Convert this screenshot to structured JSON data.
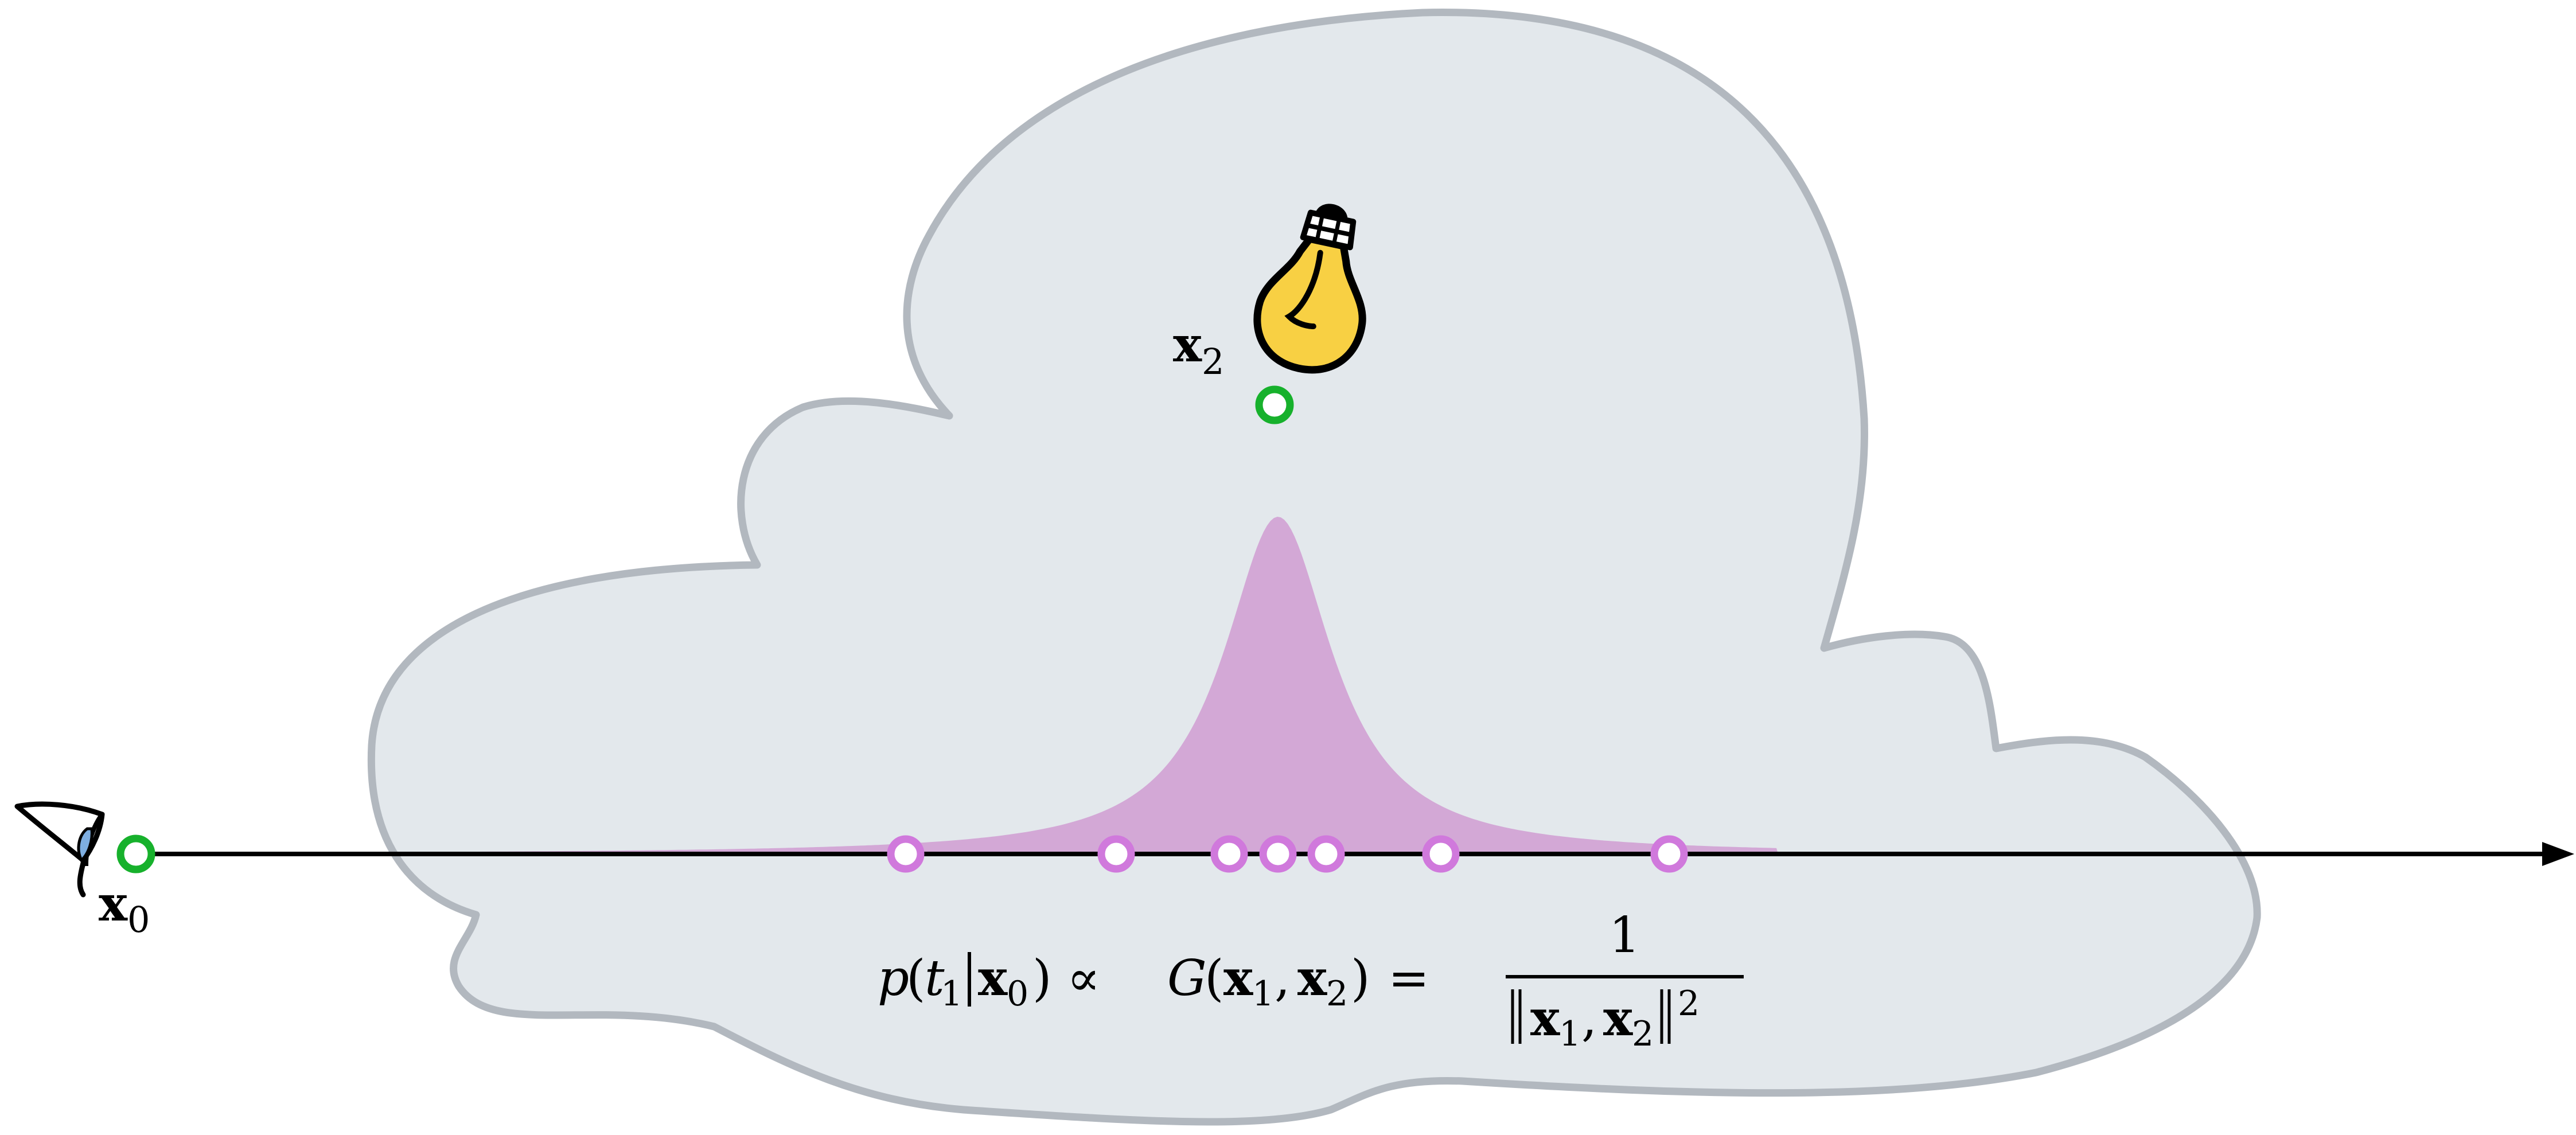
{
  "labels": {
    "x0": "x",
    "x0_sub": "0",
    "x2": "x",
    "x2_sub": "2"
  },
  "equation": {
    "lhs_p": "p",
    "lhs_t": "t",
    "lhs_t_sub": "1",
    "lhs_x": "x",
    "lhs_x_sub": "0",
    "propto": "∝",
    "G": "G",
    "g_x1": "x",
    "g_x1_sub": "1",
    "g_x2": "x",
    "g_x2_sub": "2",
    "equals": "=",
    "numerator": "1",
    "den_x1": "x",
    "den_x1_sub": "1",
    "den_x2": "x",
    "den_x2_sub": "2",
    "den_exp": "2"
  },
  "colors": {
    "cloud_fill": "#e3e8ec",
    "cloud_stroke": "#b2b8bf",
    "density_fill": "#d3a8d6",
    "sample_stroke": "#d079dc",
    "point_stroke": "#17b12c",
    "bulb_fill": "#f8d043",
    "eye_iris": "#7eaee0",
    "axis": "#000000"
  },
  "icons": [
    "eye-icon",
    "light-bulb-icon"
  ]
}
